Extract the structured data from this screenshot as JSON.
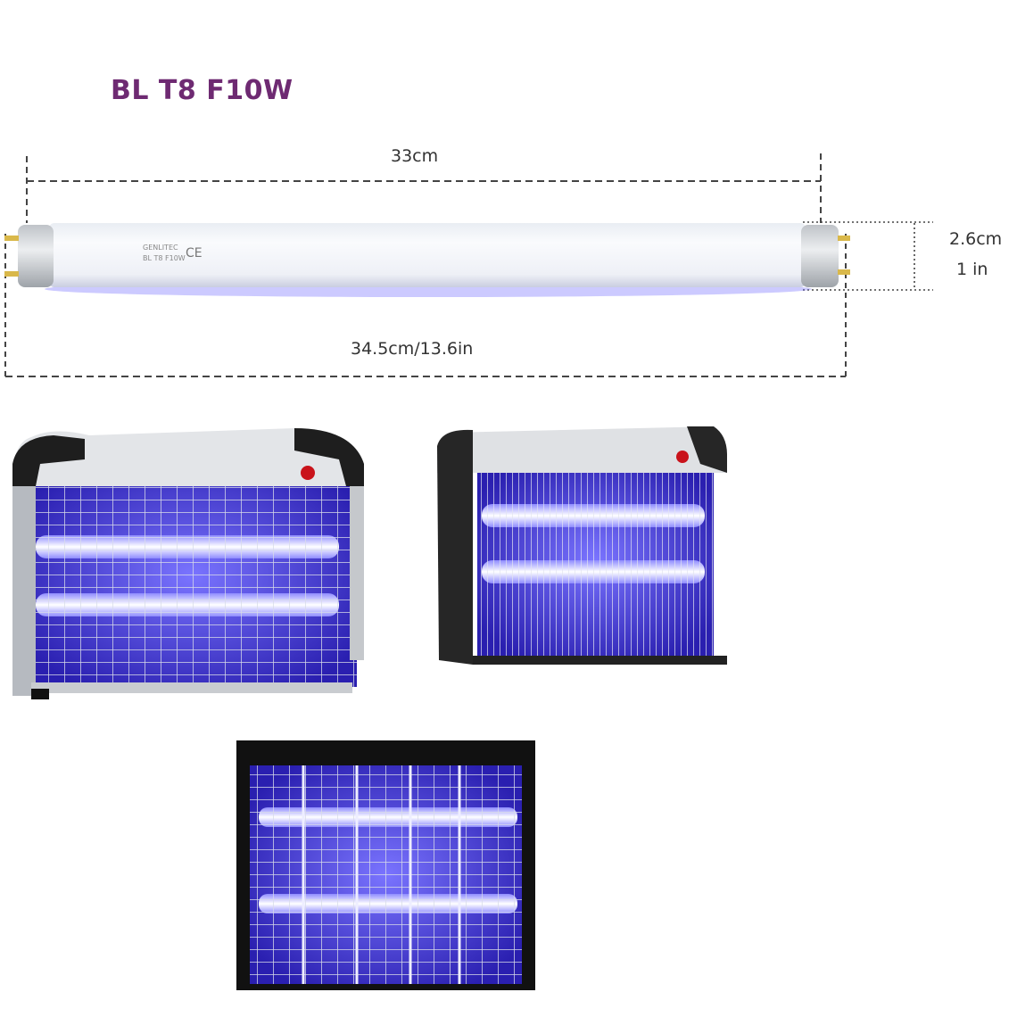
{
  "product": {
    "title": "BL T8 F10W",
    "tube_print": "CE"
  },
  "dimensions": {
    "tube_length": "33cm",
    "overall_length": "34.5cm/13.6in",
    "diameter_cm": "2.6cm",
    "diameter_in": "1 in"
  },
  "colors": {
    "title": "#6e2a72",
    "uv_glow": "#4b3cff",
    "dimension_line": "#555555"
  }
}
